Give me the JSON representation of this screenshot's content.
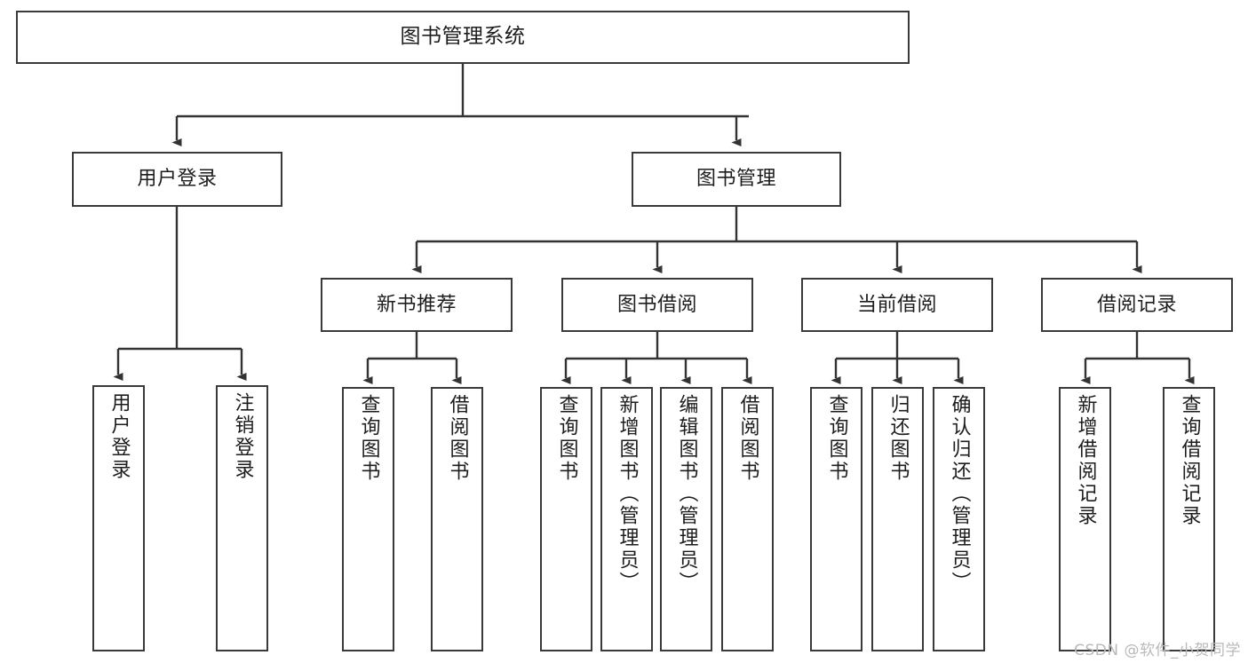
{
  "diagram": {
    "title": "图书管理系统",
    "type": "tree",
    "watermark": "CSDN @软件_小贺同学",
    "colors": {
      "node_border": "#3a3a3a",
      "node_fill": "#ffffff",
      "edge": "#333333",
      "text": "#1d1d1d",
      "watermark": "#b9b9b9",
      "background": "#ffffff"
    },
    "levels": {
      "root": [
        "图书管理系统"
      ],
      "level2": [
        "用户登录",
        "图书管理"
      ],
      "level3": [
        "新书推荐",
        "图书借阅",
        "当前借阅",
        "借阅记录"
      ],
      "leaves": [
        "用户登录",
        "注销登录",
        "查询图书",
        "借阅图书",
        "查询图书",
        "新增图书（管理员）",
        "编辑图书（管理员）",
        "借阅图书",
        "查询图书",
        "归还图书",
        "确认归还（管理员）",
        "新增借阅记录",
        "查询借阅记录"
      ]
    },
    "nodes": {
      "root": {
        "label": "图书管理系统"
      },
      "user_login": {
        "label": "用户登录"
      },
      "book_manage": {
        "label": "图书管理"
      },
      "new_book_rec": {
        "label": "新书推荐"
      },
      "book_borrow": {
        "label": "图书借阅"
      },
      "current_borrow": {
        "label": "当前借阅"
      },
      "borrow_record": {
        "label": "借阅记录"
      },
      "leaf_user_login": {
        "label": "用户登录"
      },
      "leaf_user_logout": {
        "label": "注销登录"
      },
      "leaf_rec_query": {
        "label": "查询图书"
      },
      "leaf_rec_borrow": {
        "label": "借阅图书"
      },
      "leaf_borrow_query": {
        "label": "查询图书"
      },
      "leaf_borrow_add": {
        "label": "新增图书（管理员）"
      },
      "leaf_borrow_edit": {
        "label": "编辑图书（管理员）"
      },
      "leaf_borrow_do": {
        "label": "借阅图书"
      },
      "leaf_cur_query": {
        "label": "查询图书"
      },
      "leaf_cur_return": {
        "label": "归还图书"
      },
      "leaf_cur_confirm": {
        "label": "确认归还（管理员）"
      },
      "leaf_rcd_add": {
        "label": "新增借阅记录"
      },
      "leaf_rcd_query": {
        "label": "查询借阅记录"
      }
    }
  }
}
